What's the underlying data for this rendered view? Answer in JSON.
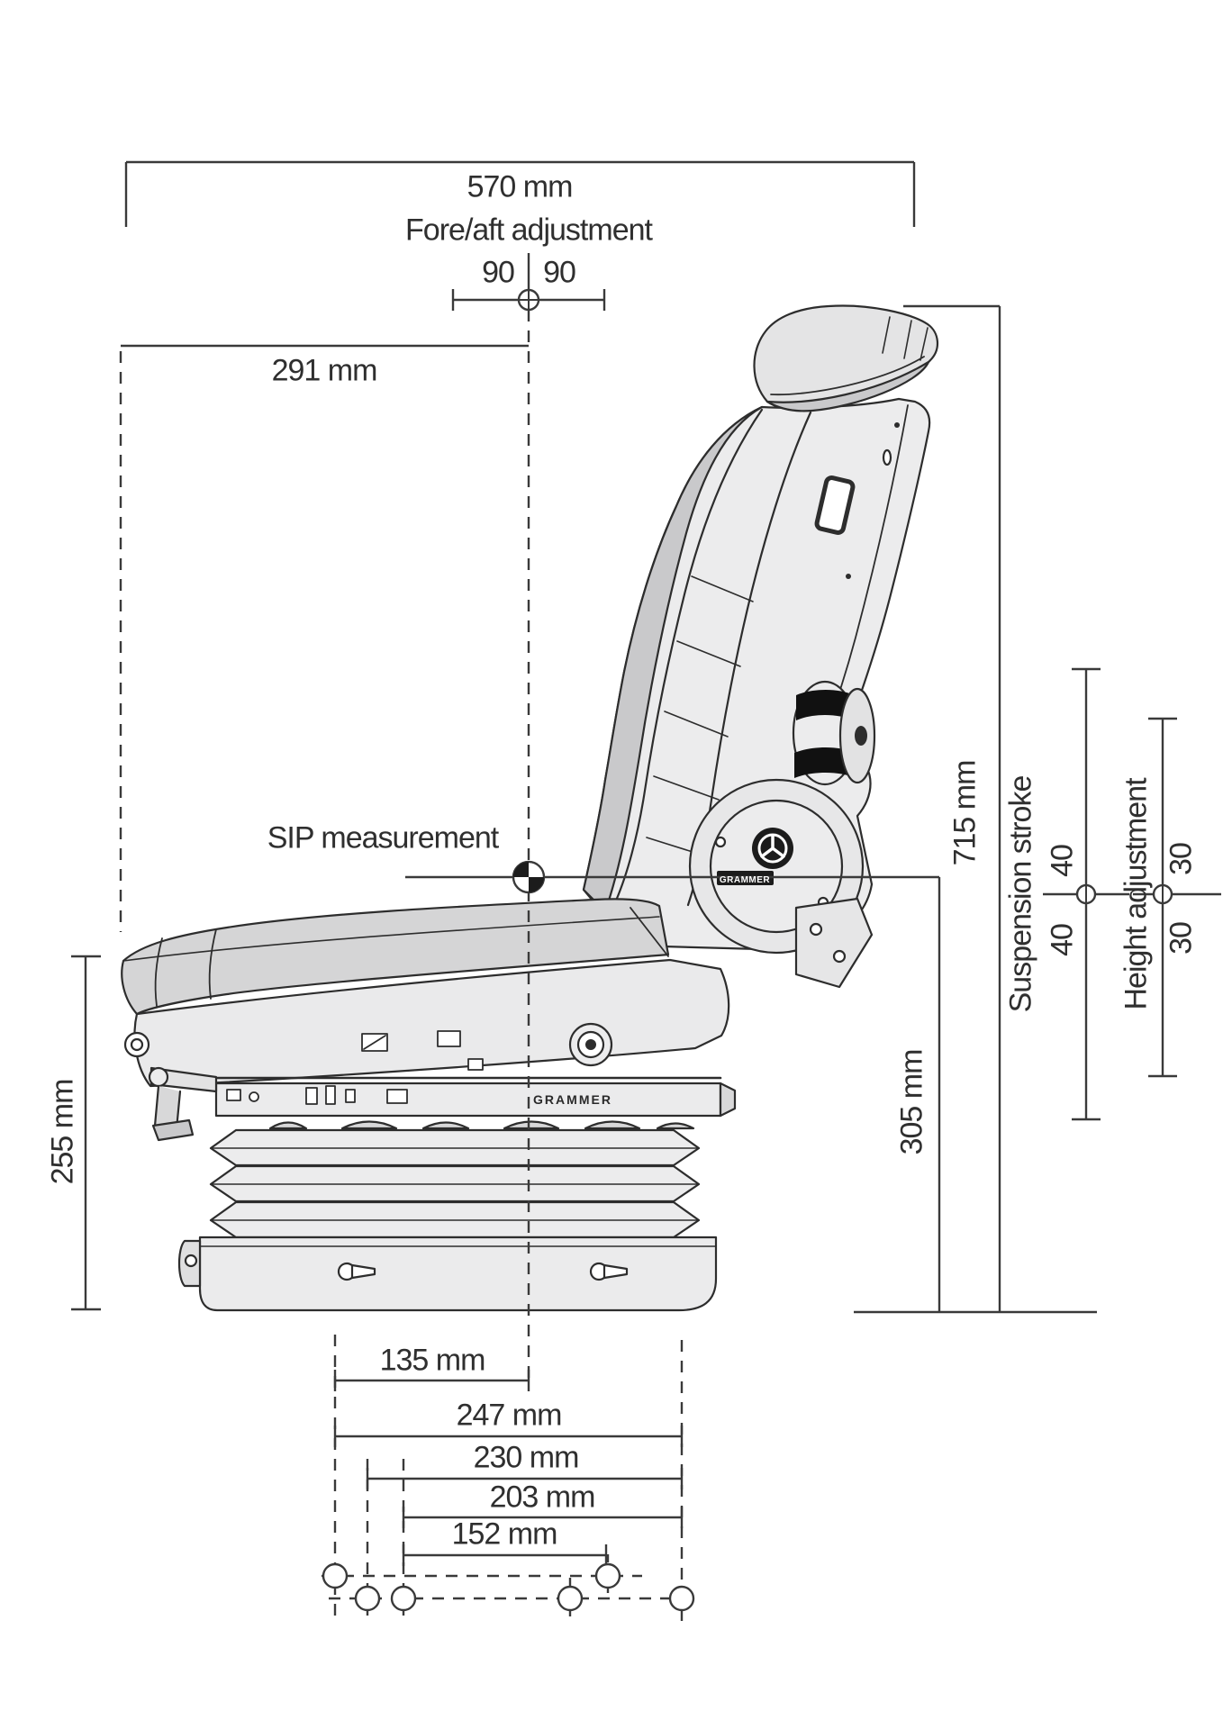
{
  "brand": "GRAMMER",
  "badges": {
    "rail": "GRAMMER",
    "pivot": "GRAMMER"
  },
  "dims": {
    "top_width": "570 mm",
    "fore_aft_label": "Fore/aft adjustment",
    "fore_aft_left": "90",
    "fore_aft_right": "90",
    "upper_depth": "291 mm",
    "sip_label": "SIP measurement",
    "total_height": "715 mm",
    "suspension_label": "Suspension stroke",
    "suspension_up": "40",
    "suspension_down": "40",
    "height_adj_label": "Height adjustment",
    "height_adj_up": "30",
    "height_adj_down": "30",
    "sip_height": "305  mm",
    "front_height": "255 mm",
    "offset_135": "135 mm",
    "mount_247": "247 mm",
    "mount_230": "230 mm",
    "mount_203": "203 mm",
    "mount_152": "152 mm"
  },
  "colors": {
    "line": "#3a3a3a",
    "outline": "#2d2d2d",
    "fill_light": "#ececed",
    "fill_mid": "#d6d6d7",
    "fill_dark": "#c7c7c8",
    "ink": "#1c1c1c"
  }
}
